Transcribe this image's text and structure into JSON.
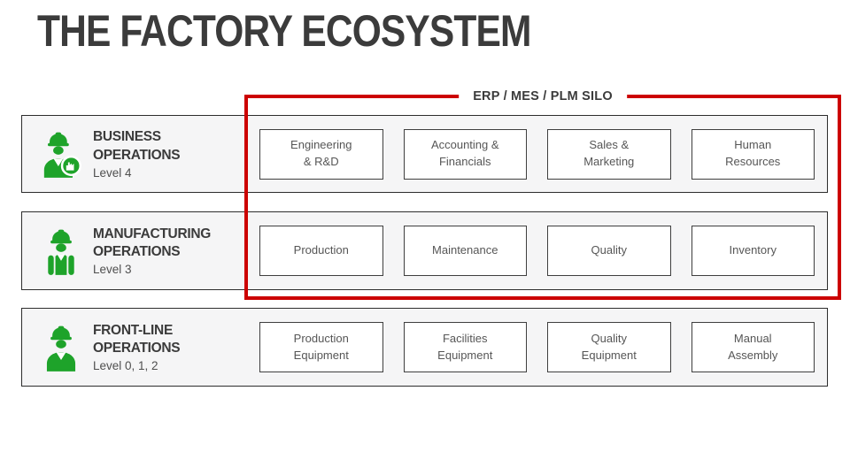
{
  "title": "THE FACTORY ECOSYSTEM",
  "silo": {
    "label": "ERP / MES / PLM SILO"
  },
  "colors": {
    "green": "#1ea32a",
    "red": "#cc0000",
    "row_bg": "#f5f5f6",
    "row_border": "#2d2d2d",
    "box_border": "#3f3f3f",
    "title_text": "#3b3b3b",
    "box_text": "#565656"
  },
  "rows": [
    {
      "title": "BUSINESS OPERATIONS",
      "level": "Level 4",
      "icon": "worker-factory-badge-icon",
      "boxes": [
        "Engineering\n& R&D",
        "Accounting &\nFinancials",
        "Sales &\nMarketing",
        "Human\nResources"
      ]
    },
    {
      "title": "MANUFACTURING OPERATIONS",
      "level": "Level 3",
      "icon": "worker-vest-icon",
      "boxes": [
        "Production",
        "Maintenance",
        "Quality",
        "Inventory"
      ]
    },
    {
      "title": "FRONT-LINE OPERATIONS",
      "level": "Level 0, 1, 2",
      "icon": "worker-icon",
      "boxes": [
        "Production\nEquipment",
        "Facilities\nEquipment",
        "Quality\nEquipment",
        "Manual\nAssembly"
      ]
    }
  ]
}
